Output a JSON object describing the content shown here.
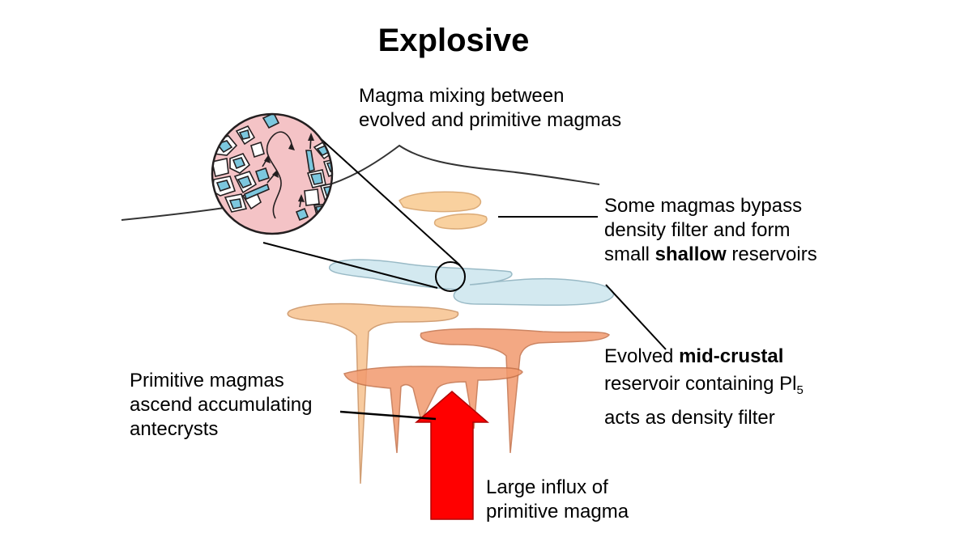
{
  "title": "Explosive",
  "labels": {
    "mixing": {
      "line1": "Magma mixing between",
      "line2": "evolved and primitive magmas"
    },
    "bypass": {
      "line1": "Some magmas bypass",
      "line2": "density filter and form",
      "line3_pre": "small ",
      "line3_bold": "shallow",
      "line3_post": " reservoirs"
    },
    "evolved": {
      "line1_pre": "Evolved ",
      "line1_bold": "mid-crustal",
      "line2_pre": "reservoir containing Pl",
      "line2_sub": "5",
      "line3": "acts as density filter"
    },
    "primitive": {
      "line1": "Primitive magmas",
      "line2": "ascend accumulating",
      "line3": "antecrysts"
    },
    "influx": {
      "line1": "Large influx of",
      "line2": "primitive magma"
    }
  },
  "colors": {
    "shallow_reservoir": "#f9cd95",
    "mid_crustal_reservoir": "#cfe7ef",
    "primitive_upper": "#f7c38f",
    "primitive_lower": "#f29a6e",
    "influx_arrow": "#ff0000",
    "inset_background": "#f4c3c6",
    "crystal_fill": "#7cc7de",
    "outline": "#231f20"
  }
}
